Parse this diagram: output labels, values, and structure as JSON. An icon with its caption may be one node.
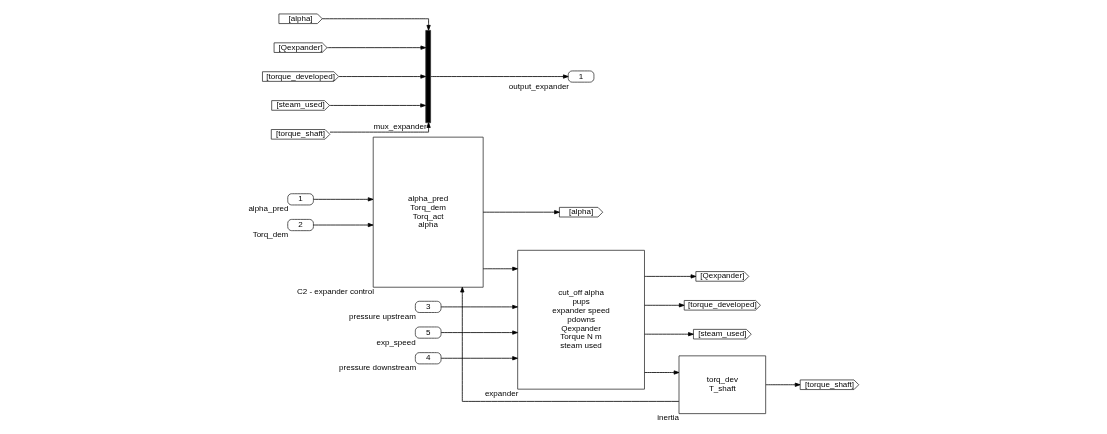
{
  "diagram": {
    "nodes": [
      {
        "text": [
          "1"
        ],
        "beside": [
          "alpha_pred"
        ]
      },
      {
        "text": [
          "2"
        ],
        "beside": [
          "Torq_dem"
        ]
      },
      {
        "text": [
          "alpha_pred",
          "Torq_dem",
          "Torq_act",
          "alpha"
        ],
        "beside": [
          "C2 - expander control"
        ]
      },
      {
        "text": [
          "[alpha]"
        ]
      },
      {
        "text": [
          "3"
        ],
        "beside": [
          "pressure upstream"
        ]
      },
      {
        "text": [
          "5"
        ],
        "beside": [
          "exp_speed"
        ]
      },
      {
        "text": [
          "4"
        ],
        "beside": [
          "pressure downstream"
        ]
      },
      {
        "text": [
          "cut_off alpha",
          "pups",
          "expander speed",
          "pdowns",
          "Qexpander",
          "Torque N m",
          "steam used"
        ],
        "beside": [
          "expander"
        ]
      },
      {
        "text": [
          "[Qexpander]"
        ]
      },
      {
        "text": [
          "[torque_developed]"
        ]
      },
      {
        "text": [
          "[steam_used]"
        ]
      },
      {
        "text": [
          "torq_dev",
          "T_shaft"
        ],
        "beside": [
          "inertia"
        ]
      },
      {
        "text": [
          "[torque_shaft]"
        ]
      },
      {
        "text": [
          "[alpha]"
        ]
      },
      {
        "text": [
          "[Qexpander]"
        ]
      },
      {
        "text": [
          "[torque_developed]"
        ]
      },
      {
        "text": [
          "[steam_used]"
        ]
      },
      {
        "text": [
          "[torque_shaft]"
        ]
      },
      {
        "text": [],
        "shape": "bar",
        "beside": [
          "mux_expander"
        ]
      },
      {
        "text": [
          "1"
        ],
        "beside": [
          "output_expander"
        ]
      }
    ],
    "edges": [
      {
        "from": 0,
        "to": 2,
        "arrow": "to"
      },
      {
        "from": 1,
        "to": 2,
        "arrow": "to"
      },
      {
        "from": 2,
        "to": 3,
        "arrow": "to"
      },
      {
        "from": 2,
        "to": 7,
        "arrow": "to"
      },
      {
        "from": 4,
        "to": 7,
        "arrow": "to"
      },
      {
        "from": 5,
        "to": 7,
        "arrow": "to"
      },
      {
        "from": 6,
        "to": 7,
        "arrow": "to"
      },
      {
        "from": 7,
        "to": 8,
        "arrow": "to"
      },
      {
        "from": 7,
        "to": 9,
        "arrow": "to"
      },
      {
        "from": 7,
        "to": 11,
        "arrow": "to"
      },
      {
        "from": 7,
        "to": 10,
        "arrow": "to"
      },
      {
        "from": 11,
        "to": 12,
        "arrow": "to"
      },
      {
        "from": 11,
        "to": 2,
        "arrow": "to"
      },
      {
        "from": 13,
        "to": 18,
        "arrow": "to"
      },
      {
        "from": 14,
        "to": 18,
        "arrow": "to"
      },
      {
        "from": 15,
        "to": 18,
        "arrow": "to"
      },
      {
        "from": 16,
        "to": 18,
        "arrow": "to"
      },
      {
        "from": 17,
        "to": 18,
        "arrow": "to"
      },
      {
        "from": 18,
        "to": 19,
        "arrow": "to"
      }
    ]
  }
}
